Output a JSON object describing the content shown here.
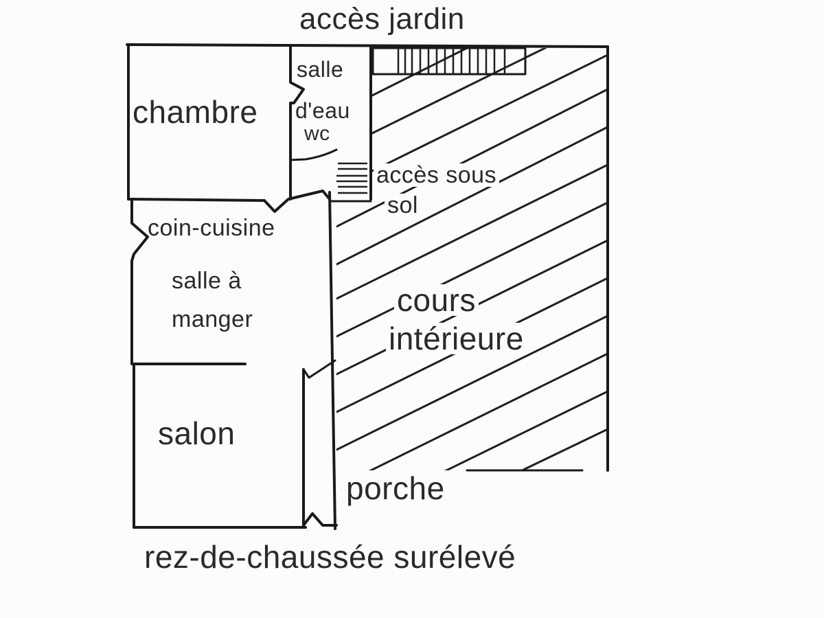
{
  "plan": {
    "title": "rez-de-chaussée surélevé",
    "top_label": "accès jardin",
    "rooms": {
      "chambre": "chambre",
      "salle_deau_1": "salle",
      "salle_deau_2": "d'eau",
      "wc": "wc",
      "acces_sous_sol_1": "accès sous",
      "acces_sous_sol_2": "sol",
      "coin_cuisine": "coin-cuisine",
      "salle_a_manger_1": "salle à",
      "salle_a_manger_2": "manger",
      "salon": "salon",
      "cours_interieure_1": "cours",
      "cours_interieure_2": "intérieure",
      "porche": "porche"
    },
    "colors": {
      "ink": "#1a1a1a",
      "text": "#2a2a2a",
      "paper": "#fcfcfc"
    }
  }
}
